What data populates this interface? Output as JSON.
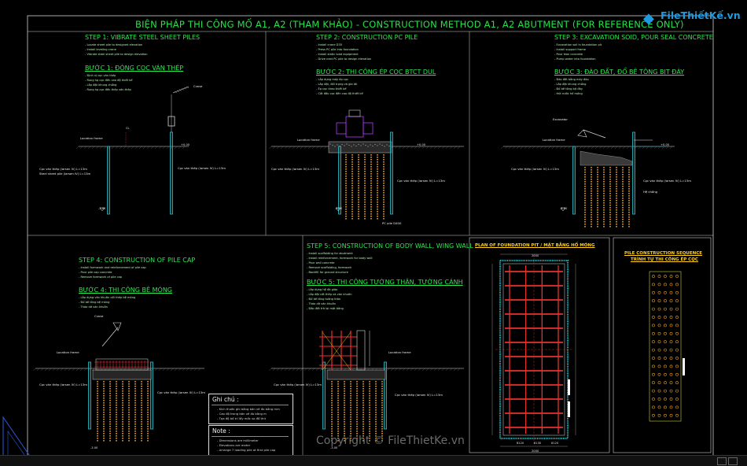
{
  "title": "BIỆN PHÁP THI CÔNG MỐ A1, A2 (THAM KHẢO) - CONSTRUCTION METHOD A1, A2 ABUTMENT (FOR REFERENCE ONLY)",
  "logo": {
    "text": "FileThiếtKế.vn",
    "icon": "file-logo-icon"
  },
  "watermark": "Copyright © FileThietKe.vn",
  "steps": [
    {
      "en": "STEP 1: VIBRATE STEEL SHEET PILES",
      "vi": "BƯỚC 1: ĐÓNG CỌC VÁN THÉP",
      "en_notes": [
        "- Locate sheet pile to designed elevation",
        "- Install leveling crane",
        "- Vibrate steel sheet pile to design elevation"
      ],
      "vi_notes": [
        "- Định vị cọc ván thép",
        "- Rung hạ cọc đến cao độ thiết kế",
        "- Lắp đặt khung chống",
        "- Rung hạ cọc đến thép ván thép"
      ]
    },
    {
      "en": "STEP 2: CONSTRUCTION PC PILE",
      "vi": "BƯỚC 2: THI CÔNG ÉP CỌC BTCT DUL",
      "en_notes": [
        "- Install crane D35",
        "- Press PC pile into foundation",
        "- Install static load equipment",
        "- Drive next PC pile to design elevation"
      ],
      "vi_notes": [
        "- Lắp dựng máy ép cọc",
        "- Lắp đặt, đối trọng và gia tải",
        "- Ép cọc theo thiết kế",
        "- Cắt đầu cọc đến cao độ thiết kế"
      ]
    },
    {
      "en": "STEP 3: EXCAVATION SOID, POUR SEAL CONCRETE",
      "vi": "BƯỚC 3: ĐÀO ĐẤT, ĐỔ BÊ TÔNG BỊT ĐÁY",
      "en_notes": [
        "- Excavation soil in foundation pit",
        "- Install support frame",
        "- Pour lean concrete",
        "- Pump water into foundation"
      ],
      "vi_notes": [
        "- Đào đất bằng máy đào",
        "- Lắp đặt khung chống",
        "- Đổ bê tông bịt đáy",
        "- Hút nước hố móng"
      ]
    },
    {
      "en": "STEP 4: CONSTRUCTION OF PILE CAP",
      "vi": "BƯỚC 4: THI CÔNG BỆ MÓNG",
      "en_notes": [
        "- Install formwork and reinforcement of pile cap",
        "- Pour pile cap concrete",
        "- Remove formwork of pile cap"
      ],
      "vi_notes": [
        "- Lắp dựng ván khuôn cốt thép bệ móng",
        "- Đổ bê tông bệ móng",
        "- Tháo dỡ ván khuôn"
      ]
    },
    {
      "en": "STEP 5: CONSTRUCTION OF BODY WALL, WING WALL",
      "vi": "BƯỚC 5: THI CÔNG TƯỜNG THÂN, TƯỜNG CÁNH",
      "en_notes": [
        "- Install scaffolding for abutment",
        "- Install reinforcement, formwork for body wall",
        "- Pour wall concrete",
        "- Remove scaffolding, formwork",
        "- Backfill for ground structure"
      ],
      "vi_notes": [
        "- Lắp dựng hệ đà giáo",
        "- Lắp đặt cốt thép và ván khuôn",
        "- Đổ bê tông tường thân",
        "- Tháo dỡ ván khuôn",
        "- Đắp đất trả lại mặt bằng"
      ]
    }
  ],
  "labels": {
    "ground": "Location frame",
    "sheet_pile": "Cọc ván thép (larsen IV) L=13m",
    "sheet_pile_en": "Steel sheet pile (larsen IV) L=13m",
    "cl": "CL",
    "elev_top": "+0.00",
    "elev_bot": "-3.00",
    "pc_pile": "PC pile D400",
    "bracing": "Hệ chống",
    "crane": "Crane",
    "excavator": "Excavator"
  },
  "plan": {
    "title": "PLAN OF FOUNDATION PIT / MẶT BẰNG HỐ MÓNG",
    "dim_top": "2000",
    "dim_bot": "2000",
    "dims_bottom": [
      "8120",
      "8130",
      "8120"
    ]
  },
  "sequence": {
    "title1": "PILE CONSTRUCTION SEQUENCE",
    "title2": "TRÌNH TỰ THI CÔNG ÉP CỌC"
  },
  "ghi_chu": {
    "title": "Ghi chú :",
    "lines": [
      "- Kích thước ghi bằng bản vẽ đo bằng mm",
      "- Cao độ trong bản vẽ đo bằng m",
      "- Tọa độ bố trí lấy mốc so đồ thứ"
    ]
  },
  "note": {
    "title": "Note :",
    "lines": [
      "- Dimensions are millimeter",
      "- Elevations are meter",
      "- Arrange 7 loading pile at first pile cap"
    ]
  },
  "colors": {
    "green": "#2be84f",
    "yellow": "#ffd21e",
    "red": "#e83030",
    "cyan": "#2ab0b8",
    "orange": "#e8a01e"
  }
}
